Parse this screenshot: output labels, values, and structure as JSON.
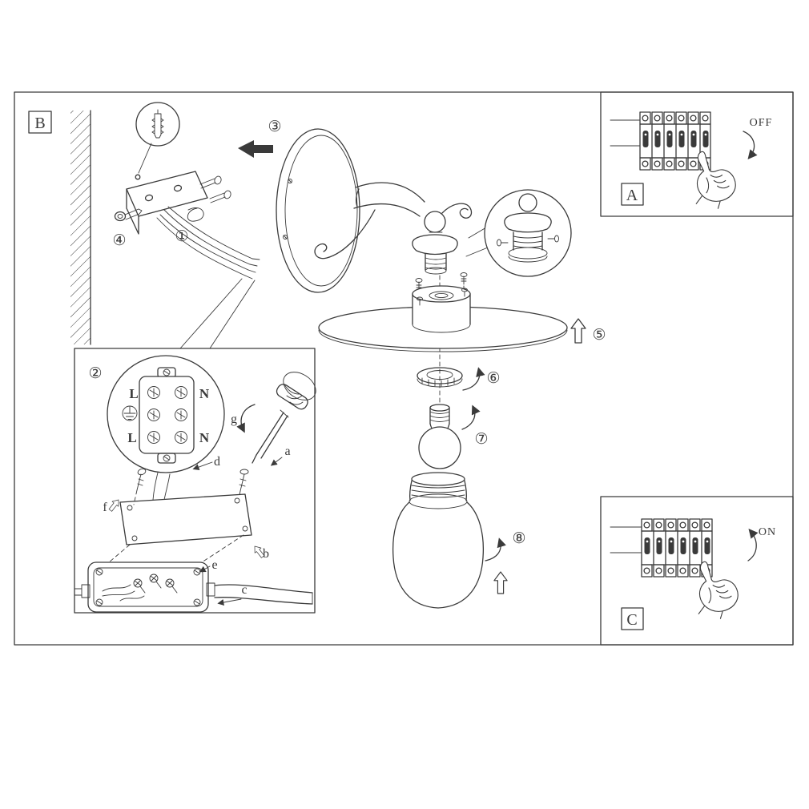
{
  "page": {
    "bg": "#ffffff",
    "ink": "#3a3a3a"
  },
  "panel_labels": {
    "main": "B",
    "inset_top": "A",
    "inset_bottom": "C"
  },
  "switch_states": {
    "off": "OFF",
    "on": "ON"
  },
  "step_markers": {
    "1": "①",
    "2": "②",
    "3": "③",
    "4": "④",
    "5": "⑤",
    "6": "⑥",
    "7": "⑦",
    "8": "⑧"
  },
  "terminal_labels": {
    "line_top": "L",
    "neutral_top": "N",
    "line_bottom": "L",
    "neutral_bottom": "N"
  },
  "part_letters": {
    "a": "a",
    "b": "b",
    "c": "c",
    "d": "d",
    "e": "e",
    "f": "f",
    "g": "g"
  }
}
